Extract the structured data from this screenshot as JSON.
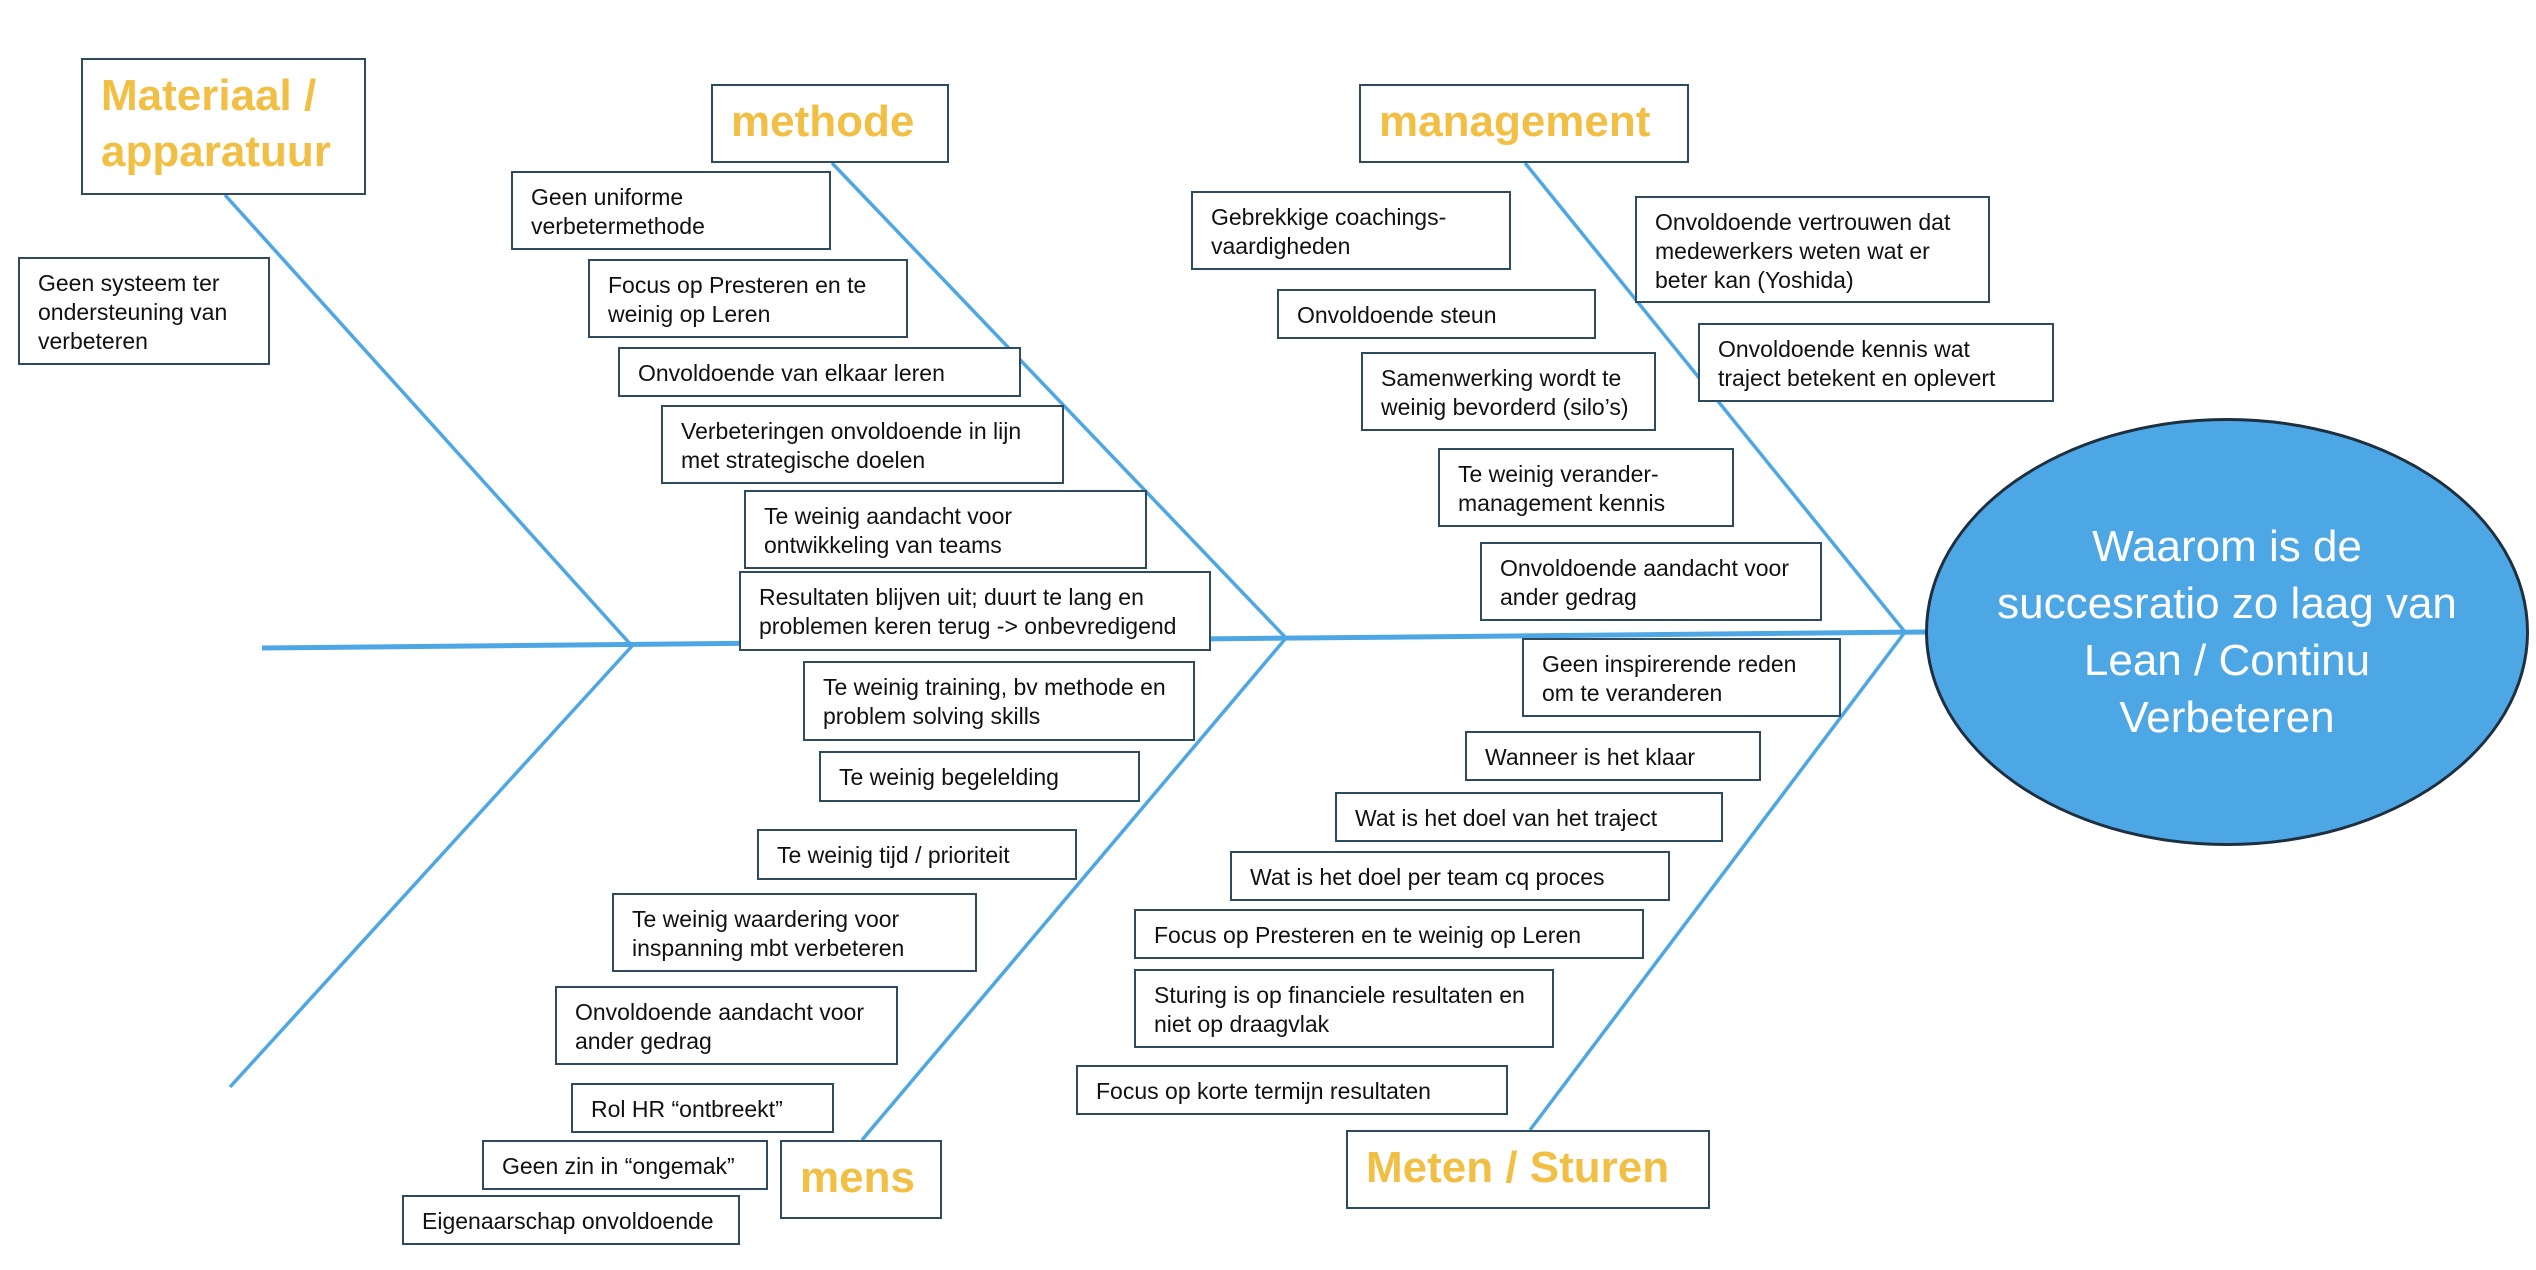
{
  "head": {
    "text": "Waarom is de succesratio zo laag van Lean / Continu Verbeteren"
  },
  "colors": {
    "bone": "#4da7e4",
    "category_text": "#f2bf45",
    "head_fill": "#4da7e4",
    "box_border": "#2e4a5e"
  },
  "categories": {
    "materiaal": {
      "label": "Materiaal / apparatuur",
      "causes": [
        "Geen systeem ter ondersteuning van verbeteren"
      ]
    },
    "methode": {
      "label": "methode",
      "causes": [
        "Geen uniforme verbetermethode",
        "Focus op Presteren en te weinig op Leren",
        "Onvoldoende van elkaar leren",
        "Verbeteringen onvoldoende in lijn met strategische doelen",
        "Te weinig aandacht voor ontwikkeling van teams",
        "Resultaten blijven uit; duurt te lang en problemen keren terug -> onbevredigend"
      ]
    },
    "management": {
      "label": "management",
      "causes": [
        "Gebrekkige coachings-vaardigheden",
        "Onvoldoende steun",
        "Samenwerking wordt te weinig bevorderd (silo’s)",
        "Te weinig verander-management kennis",
        "Onvoldoende aandacht voor ander gedrag",
        "Onvoldoende vertrouwen dat medewerkers weten wat er beter kan (Yoshida)",
        "Onvoldoende kennis wat traject betekent en oplevert"
      ]
    },
    "mens": {
      "label": "mens",
      "causes": [
        "Te weinig training, bv methode en problem solving skills",
        "Te weinig begelelding",
        "Te weinig tijd / prioriteit",
        "Te weinig waardering voor inspanning mbt verbeteren",
        "Onvoldoende aandacht voor ander gedrag",
        "Rol HR “ontbreekt”",
        "Geen zin in “ongemak”",
        "Eigenaarschap onvoldoende"
      ]
    },
    "meten": {
      "label": "Meten / Sturen",
      "causes": [
        "Geen inspirerende reden om te veranderen",
        "Wanneer is het klaar",
        "Wat is het doel van het traject",
        "Wat is het doel per team cq proces",
        "Focus op Presteren en te weinig op Leren",
        "Sturing is op financiele resultaten en niet op draagvlak",
        "Focus op korte termijn resultaten"
      ]
    }
  }
}
